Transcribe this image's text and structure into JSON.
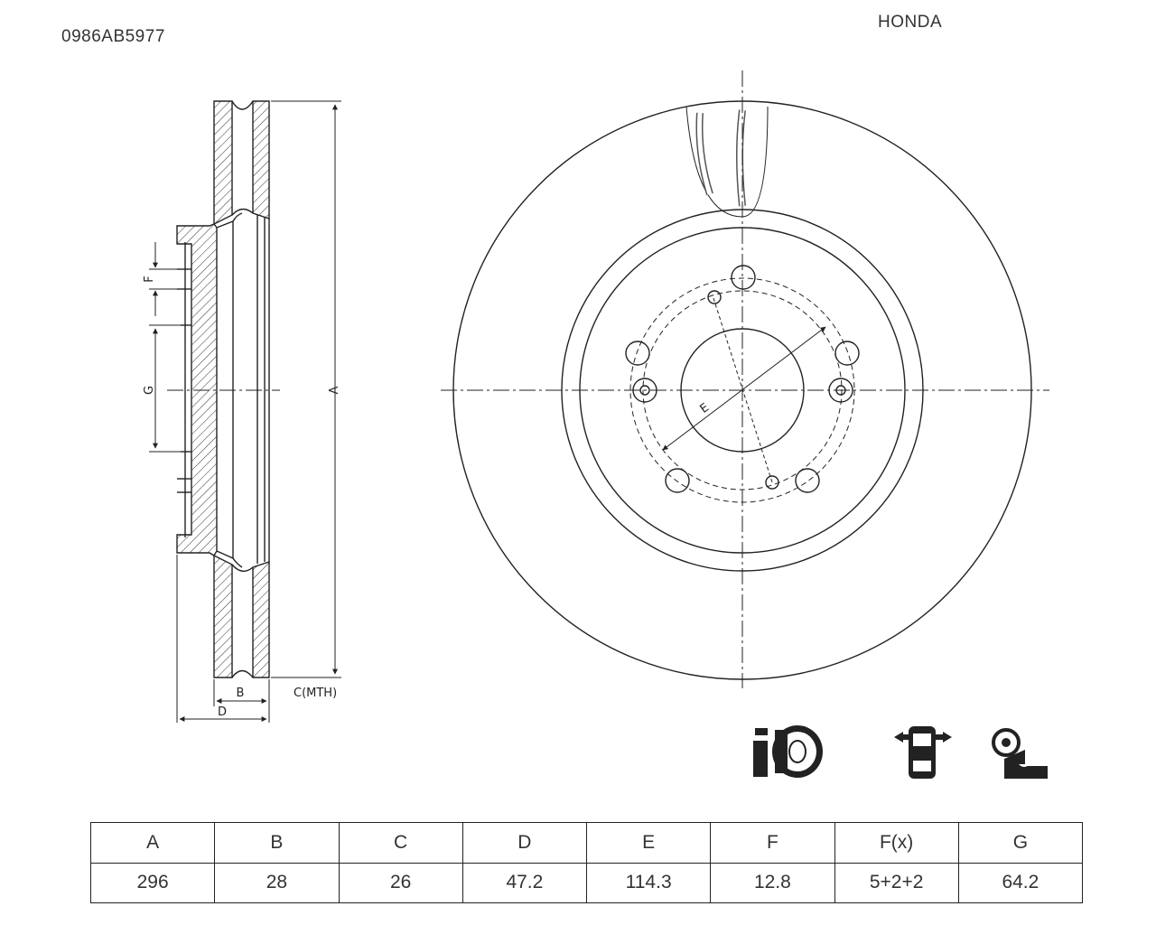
{
  "header": {
    "part_number": "0986AB5977",
    "brand": "HONDA"
  },
  "drawing": {
    "side_labels": {
      "A": "A",
      "B": "B",
      "C": "C(MTH)",
      "D": "D",
      "F": "F",
      "G": "G"
    },
    "front_labels": {
      "E": "E"
    },
    "bolt_holes": 5,
    "auxiliary_holes": 2
  },
  "icons": [
    {
      "name": "brake-disc-icon"
    },
    {
      "name": "vehicle-axle-icon"
    },
    {
      "name": "wheel-bolt-icon"
    }
  ],
  "spec_table": {
    "headers": [
      "A",
      "B",
      "C",
      "D",
      "E",
      "F",
      "F(x)",
      "G"
    ],
    "values": [
      "296",
      "28",
      "26",
      "47.2",
      "114.3",
      "12.8",
      "5+2+2",
      "64.2"
    ]
  }
}
